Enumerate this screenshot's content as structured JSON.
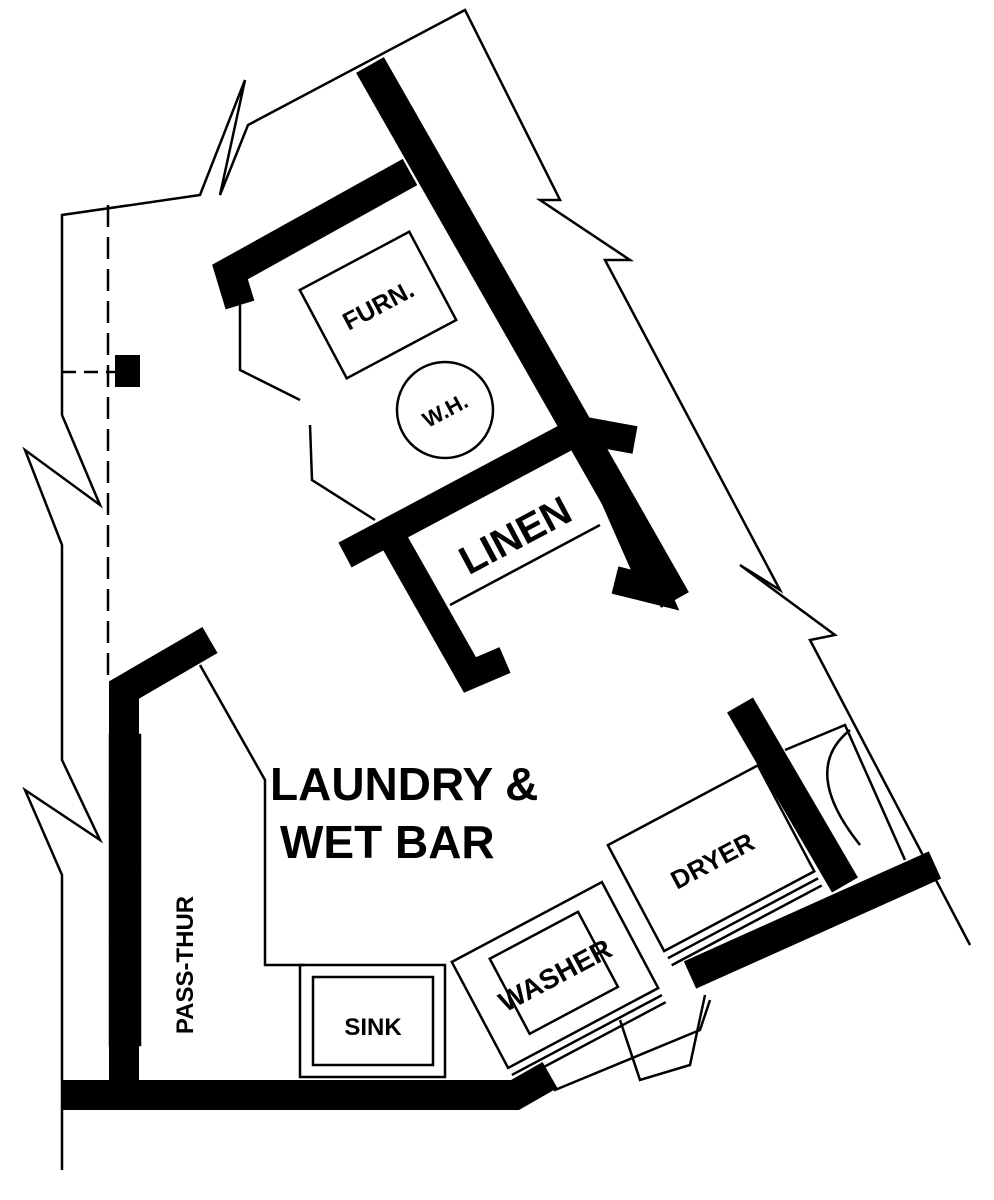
{
  "title": "Laundry & Wet Bar floor plan",
  "colors": {
    "ink": "#000000",
    "paper": "#ffffff"
  },
  "rooms": {
    "main_line1": "LAUNDRY &",
    "main_line2": "WET BAR",
    "linen": "LINEN"
  },
  "fixtures": {
    "furnace": "FURN.",
    "water_heater": "W.H.",
    "sink": "SINK",
    "washer": "WASHER",
    "dryer": "DRYER",
    "pass_thru": "PASS-THUR"
  }
}
